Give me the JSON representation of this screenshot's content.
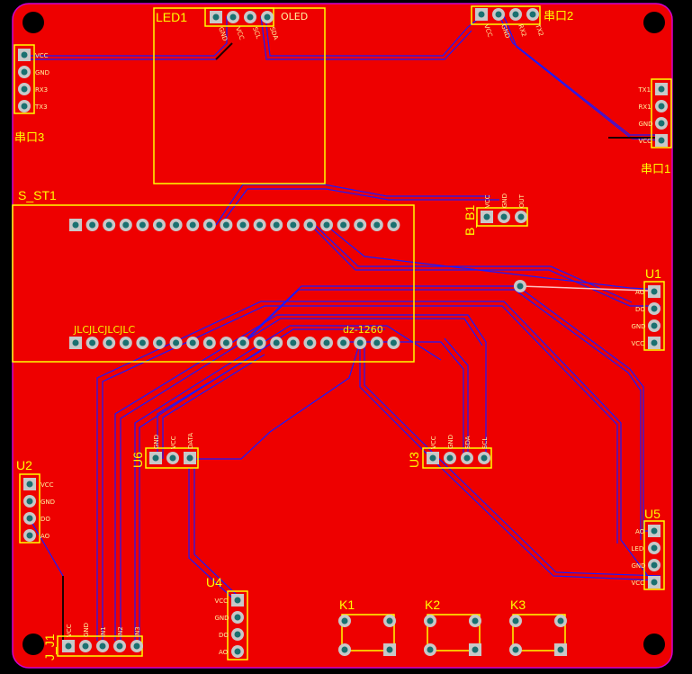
{
  "colors": {
    "board": "#ee0000",
    "board_edge": "#d000d0",
    "silk": "#ffff00",
    "trace": "#1a1aff",
    "trace_dark": "#200000",
    "pad_ring": "#c8c8c8",
    "pad_hole": "#1a7070",
    "hole": "#000000"
  },
  "labels": {
    "led1": "LED1",
    "oled": "OLED",
    "s_st1": "S_ST1",
    "jlc": "JLCJLCJLCJLC",
    "dz": "dz-1260",
    "b_b1": "B_B1",
    "u1": "U1",
    "u2": "U2",
    "u3": "U3",
    "u4": "U4",
    "u5": "U5",
    "u6": "U6",
    "j_j1": "J_J1",
    "k1": "K1",
    "k2": "K2",
    "k3": "K3",
    "uart2": "串口2",
    "uart3": "串口3",
    "uart1": "串口1"
  },
  "pins": {
    "serial3": [
      "VCC",
      "GND",
      "RX3",
      "TX3"
    ],
    "serial1": [
      "TX1",
      "RX1",
      "GND",
      "VCC"
    ],
    "serial2": [
      "VCC",
      "GND",
      "RX2",
      "TX2"
    ],
    "oled": [
      "GND",
      "VCC",
      "SCL",
      "SDA"
    ],
    "b_b1": [
      "VCC",
      "GND",
      "OUT"
    ],
    "u1": [
      "AO",
      "DO",
      "GND",
      "VCC"
    ],
    "u2": [
      "VCC",
      "GND",
      "DO",
      "AO"
    ],
    "u3": [
      "VCC",
      "GND",
      "SDA",
      "SCL"
    ],
    "u4": [
      "VCC",
      "GND",
      "DO",
      "AO"
    ],
    "u5": [
      "AO",
      "LED",
      "GND",
      "VCC"
    ],
    "u6": [
      "GND",
      "VCC",
      "DATA"
    ],
    "j_j1": [
      "VCC",
      "GND",
      "IN1",
      "IN2",
      "IN3"
    ]
  }
}
